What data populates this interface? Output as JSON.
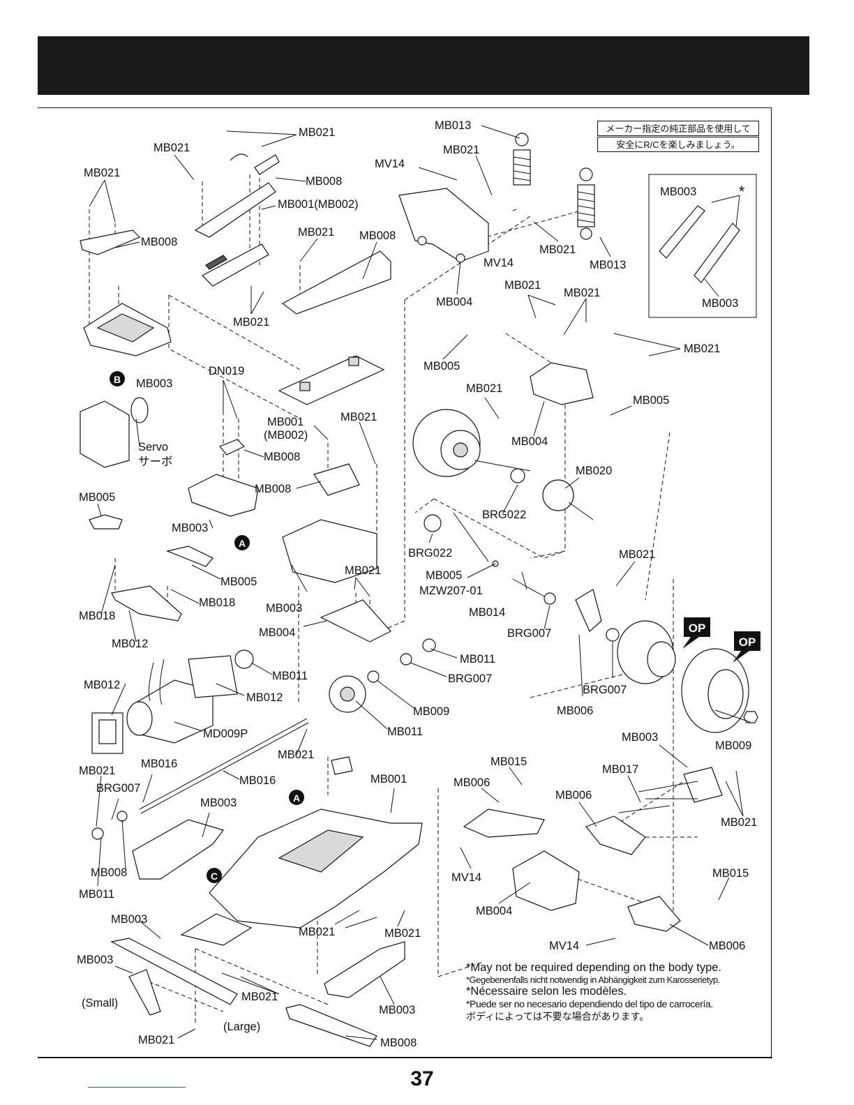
{
  "page": {
    "number": "37"
  },
  "notice_ja": {
    "line1": "メーカー指定の純正部品を使用して",
    "line2": "安全にR/Cを楽しみましょう。"
  },
  "notes": {
    "en": "*May not be required depending on the body type.",
    "de": "*Gegebenenfalls nicht notwendig in Abhängigkeit zum Karosserietyp.",
    "fr": "*Nécessaire selon les modèles.",
    "es": "*Puede ser no necesario dependiendo del tipo de carrocería.",
    "ja": "ボディによっては不要な場合があります。"
  },
  "markers": {
    "a": "A",
    "b": "B",
    "c": "C",
    "op": "OP",
    "asterisk": "*"
  },
  "labels": {
    "mb021": "MB021",
    "mb008": "MB008",
    "mb001_mb002": "MB001(MB002)",
    "mb001": "MB001",
    "mb002_paren": "(MB002)",
    "mb003": "MB003",
    "mb004": "MB004",
    "mb005": "MB005",
    "mb006": "MB006",
    "mb009": "MB009",
    "mb011": "MB011",
    "mb012": "MB012",
    "mb013": "MB013",
    "mb014": "MB014",
    "mb015": "MB015",
    "mb016": "MB016",
    "mb017": "MB017",
    "mb018": "MB018",
    "mb020": "MB020",
    "mv14": "MV14",
    "dn019": "DN019",
    "brg022": "BRG022",
    "brg007": "BRG007",
    "mzw207": "MZW207-01",
    "md009p": "MD009P",
    "servo": "Servo",
    "servo_ja": "サーボ",
    "small": "(Small)",
    "large": "(Large)"
  }
}
